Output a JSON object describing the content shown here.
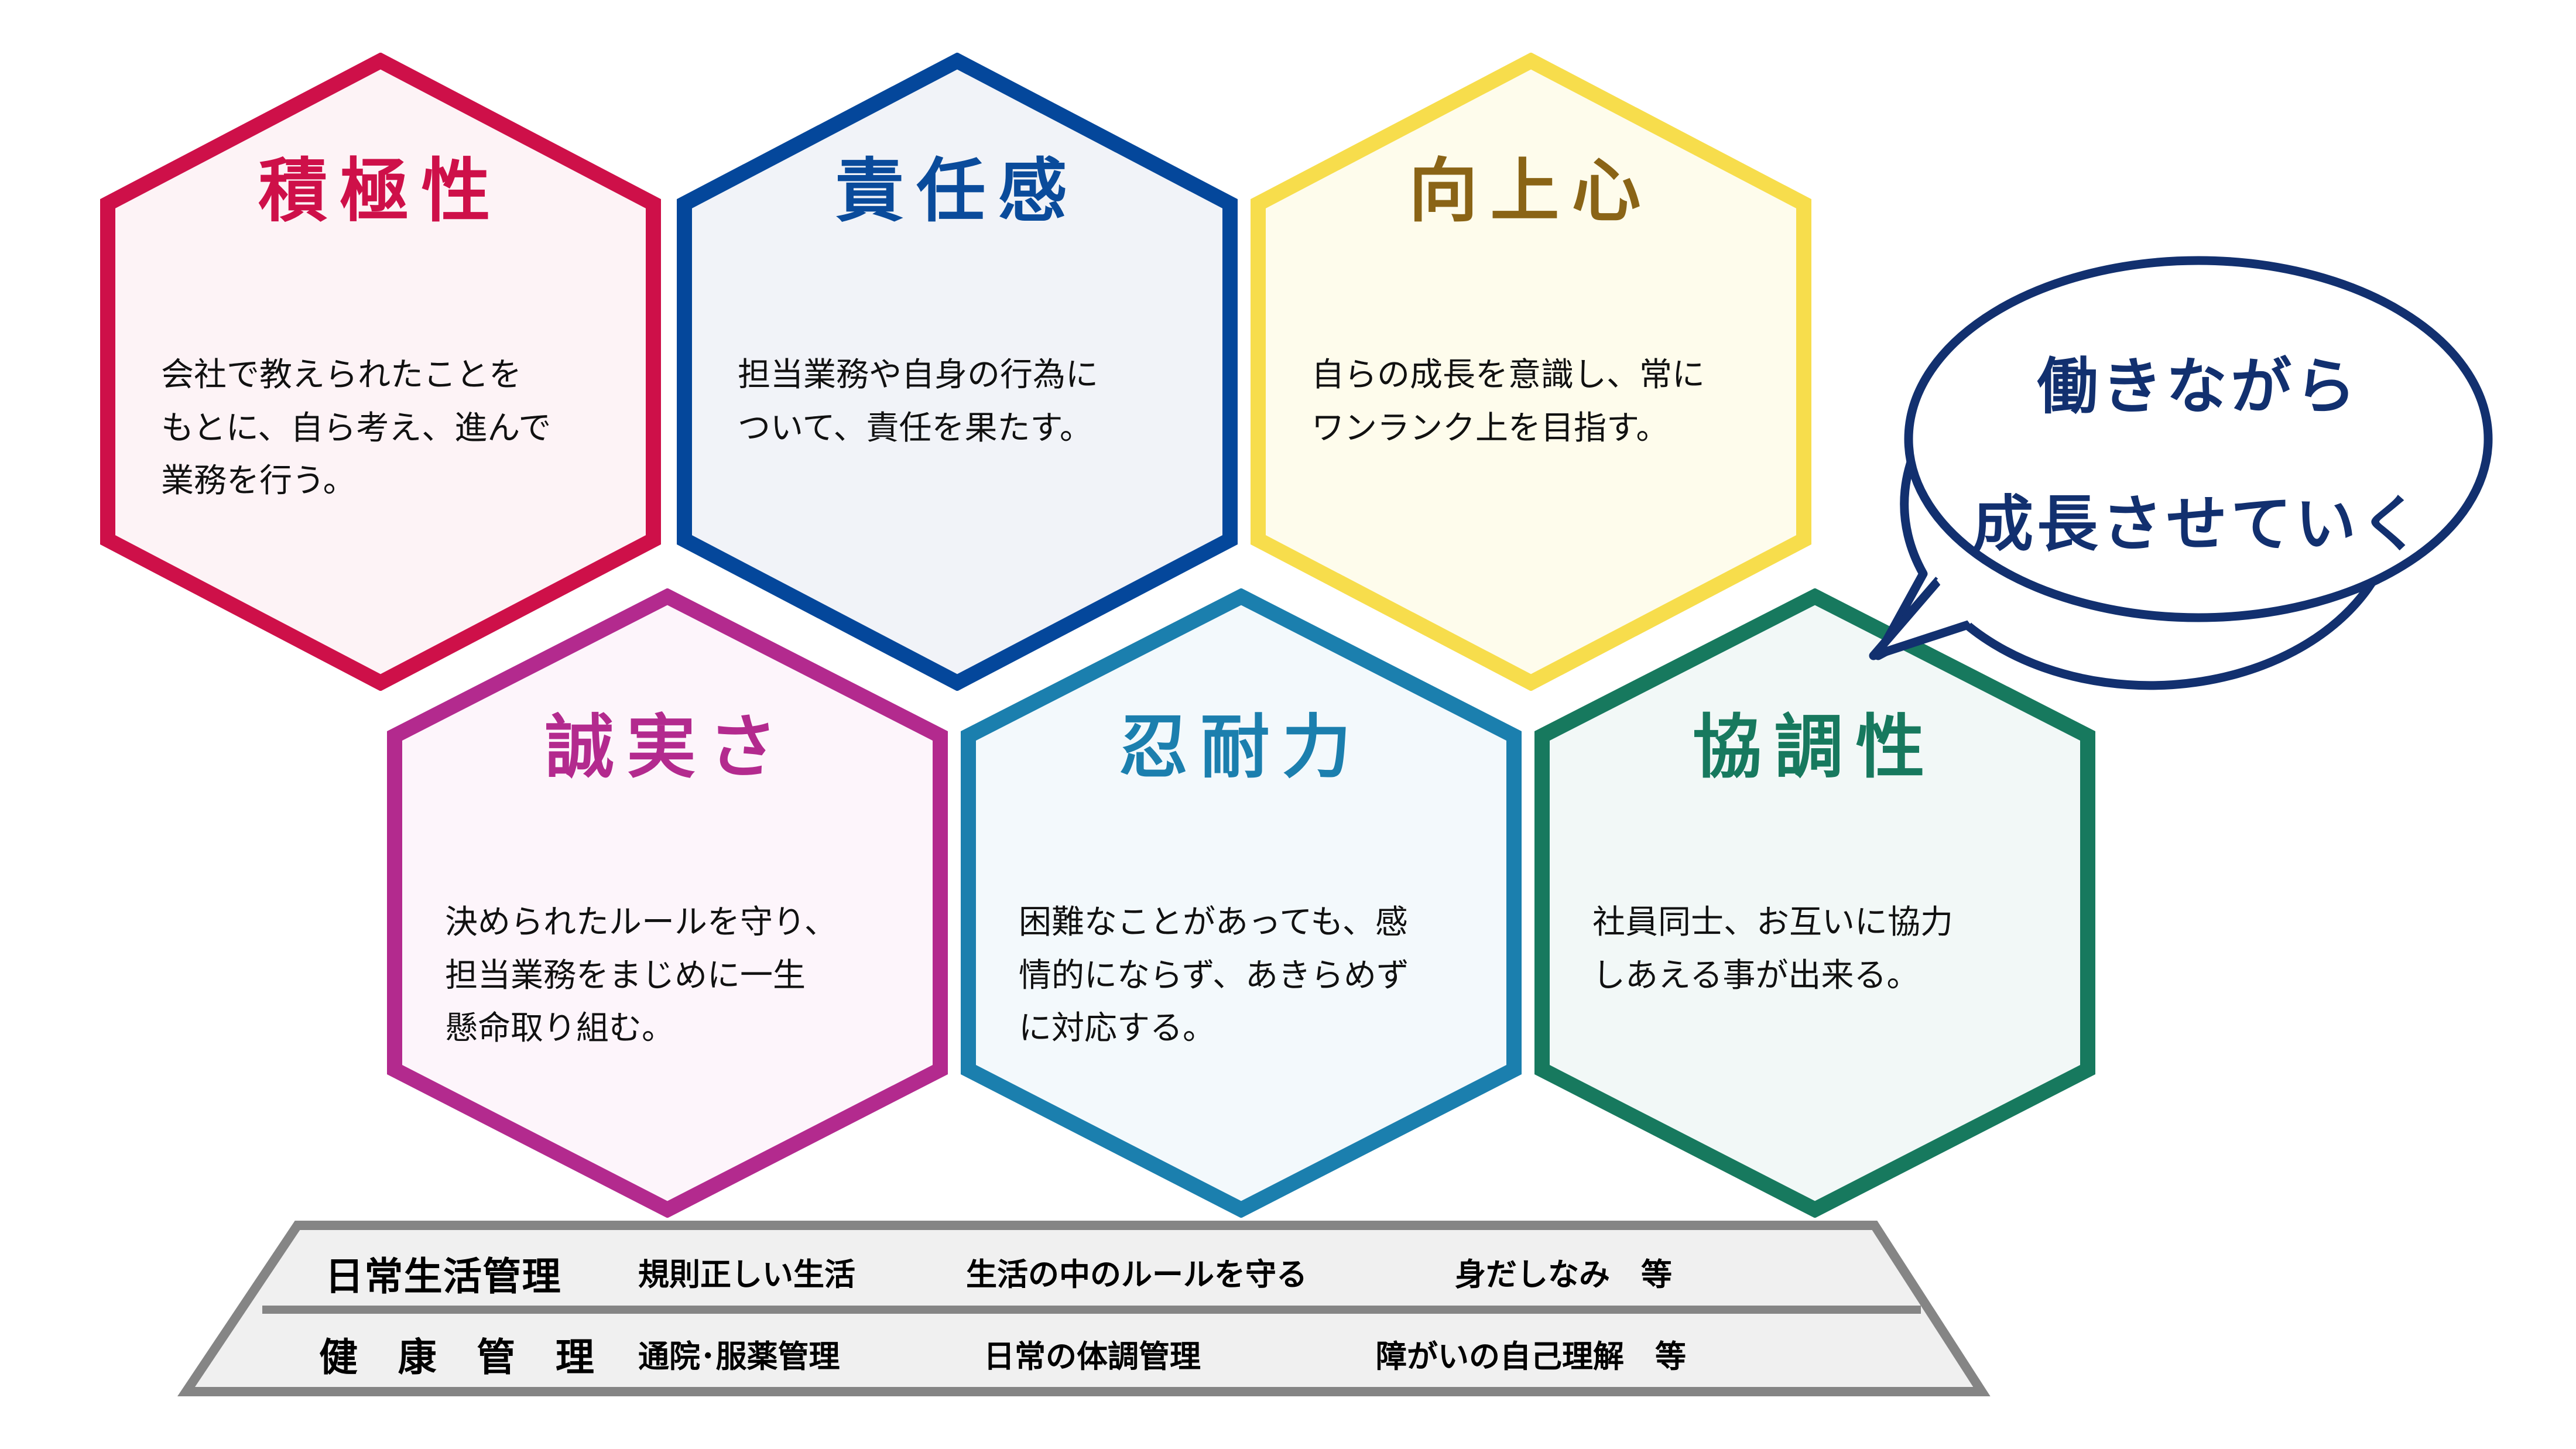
{
  "hexagons": [
    {
      "id": "sekkyokusei",
      "title": "積極性",
      "description": "会社で教えられたことを\nもとに、自ら考え、進んで\n業務を行う。",
      "desc_lines": [
        "会社で教えられたことを",
        "もとに、自ら考え、進んで",
        "業務を行う。"
      ],
      "border_color": "#CE1049",
      "fill_color": "#FDF3F6",
      "title_color": "#CE1049"
    },
    {
      "id": "sekininkan",
      "title": "責任感",
      "description": "担当業務や自身の行為に\nついて、責任を果たす。",
      "desc_lines": [
        "担当業務や自身の行為に",
        "ついて、責任を果たす。"
      ],
      "border_color": "#04479B",
      "fill_color": "#F1F3F8",
      "title_color": "#0A4B9B"
    },
    {
      "id": "kojoshin",
      "title": "向上心",
      "description": "自らの成長を意識し、常に\nワンランク上を目指す。",
      "desc_lines": [
        "自らの成長を意識し、常に",
        "ワンランク上を目指す。"
      ],
      "border_color": "#F7DD4C",
      "fill_color": "#FEFCEC",
      "title_color": "#8A6416"
    },
    {
      "id": "seijitsusa",
      "title": "誠実さ",
      "description": "決められたルールを守り、\n担当業務をまじめに一生\n懸命取り組む。",
      "desc_lines": [
        "決められたルールを守り、",
        "担当業務をまじめに一生",
        "懸命取り組む。"
      ],
      "border_color": "#B32A8E",
      "fill_color": "#FDF5FB",
      "title_color": "#B32A8E"
    },
    {
      "id": "nintairyoku",
      "title": "忍耐力",
      "description": "困難なことがあっても、感\n情的にならず、あきらめず\nに対応する。",
      "desc_lines": [
        "困難なことがあっても、感",
        "情的にならず、あきらめず",
        "に対応する。"
      ],
      "border_color": "#1B7FAE",
      "fill_color": "#F3F9FC",
      "title_color": "#1B7FAE"
    },
    {
      "id": "kyochosei",
      "title": "協調性",
      "description": "社員同士、お互いに協力\nしあえる事が出来る。",
      "desc_lines": [
        "社員同士、お互いに協力",
        "しあえる事が出来る。"
      ],
      "border_color": "#17795E",
      "fill_color": "#F2F8F7",
      "title_color": "#17795E"
    }
  ],
  "speech_bubble": {
    "line1": "働きながら",
    "line2": "成長させていく",
    "color": "#12306F"
  },
  "banner": {
    "border_color": "#858585",
    "fill_color": "#F0F0F0",
    "rows": [
      {
        "label": "日常生活管理",
        "items": [
          "規則正しい生活",
          "生活の中のルールを守る",
          "身だしなみ　等"
        ]
      },
      {
        "label": "健　康　管　理",
        "items": [
          "通院･服薬管理",
          "日常の体調管理",
          "障がいの自己理解　等"
        ]
      }
    ]
  }
}
